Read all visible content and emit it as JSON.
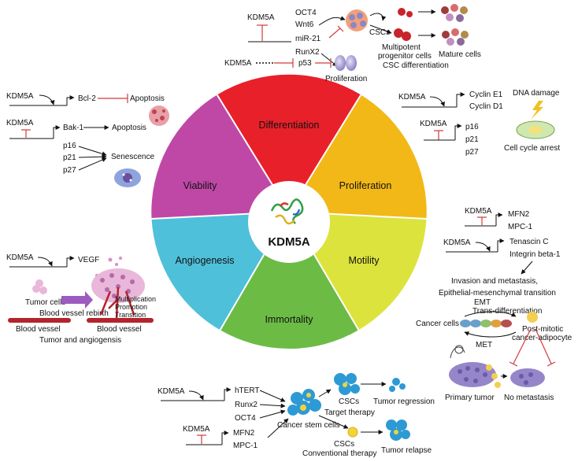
{
  "wheel": {
    "center": "KDM5A",
    "segments": [
      "Differentiation",
      "Proliferation",
      "Motility",
      "Immortality",
      "Angiogenesis",
      "Viability"
    ],
    "colors": [
      "#e8202a",
      "#f2b817",
      "#dce33d",
      "#6cbb45",
      "#4fc0da",
      "#bf48a7"
    ]
  },
  "top": {
    "kdm5a": "KDM5A",
    "oct4": "OCT4",
    "wnt6": "Wnt6",
    "mir21": "miR-21",
    "runx2": "RunX2",
    "cscs": "CSCs",
    "multipotent": "Multipotent",
    "progenitor": "progenitor cells",
    "mature": "Mature cells",
    "csc_diff": "CSC differentiation",
    "kdm5a2": "KDM5A",
    "p53": "p53",
    "proliferation": "Proliferation"
  },
  "viability": {
    "kdm5a1": "KDM5A",
    "bcl2": "Bcl-2",
    "apoptosis1": "Apoptosis",
    "kdm5a2": "KDM5A",
    "bak1": "Bak-1",
    "apoptosis2": "Apoptosis",
    "p16": "p16",
    "p21": "p21",
    "p27": "p27",
    "senescence": "Senescence"
  },
  "angiogenesis": {
    "kdm5a": "KDM5A",
    "vegf": "VEGF",
    "tumor_cells": "Tumor cells",
    "blood_rebirth": "Blood vessel rebirth",
    "blood_vessel1": "Blood vessel",
    "multiplication": "Multiplication",
    "promotion": "Promotion",
    "transition": "Transition",
    "blood_vessel2": "Blood vessel",
    "caption": "Tumor and angiogensis"
  },
  "proliferation": {
    "kdm5a1": "KDM5A",
    "cyclin_e1": "Cyclin E1",
    "cyclin_d1": "Cyclin D1",
    "dna_damage": "DNA damage",
    "cell_cycle_arrest": "Cell cycle arrest",
    "kdm5a2": "KDM5A",
    "p16": "p16",
    "p21": "p21",
    "p27": "p27"
  },
  "motility": {
    "kdm5a1": "KDM5A",
    "mfn2": "MFN2",
    "mpc1": "MPC-1",
    "kdm5a2": "KDM5A",
    "tenascin": "Tenascin C",
    "integrin": "Integrin beta-1",
    "invasion": "Invasion and metastasis,",
    "emt_full": "Epithelial-mesenchymal transition",
    "emt": "EMT",
    "trans_diff": "Trans-differentiation",
    "cancer_cells": "Cancer cells",
    "postmitotic": "Post-mitotic",
    "adipocyte": "cancer-adipocyte",
    "met": "MET",
    "primary_tumor": "Primary tumor",
    "no_metastasis": "No metastasis"
  },
  "immortality": {
    "kdm5a1": "KDM5A",
    "htert": "hTERT",
    "runx2": "Runx2",
    "oct4": "OCT4",
    "kdm5a2": "KDM5A",
    "mfn2": "MFN2",
    "mpc1": "MPC-1",
    "cancer_stem": "Cancer stem cells",
    "cscs1": "CSCs",
    "target_therapy": "Target therapy",
    "tumor_regression": "Tumor regression",
    "cscs2": "CSCs",
    "conventional": "Conventional therapy",
    "tumor_relapse": "Tumor relapse"
  }
}
